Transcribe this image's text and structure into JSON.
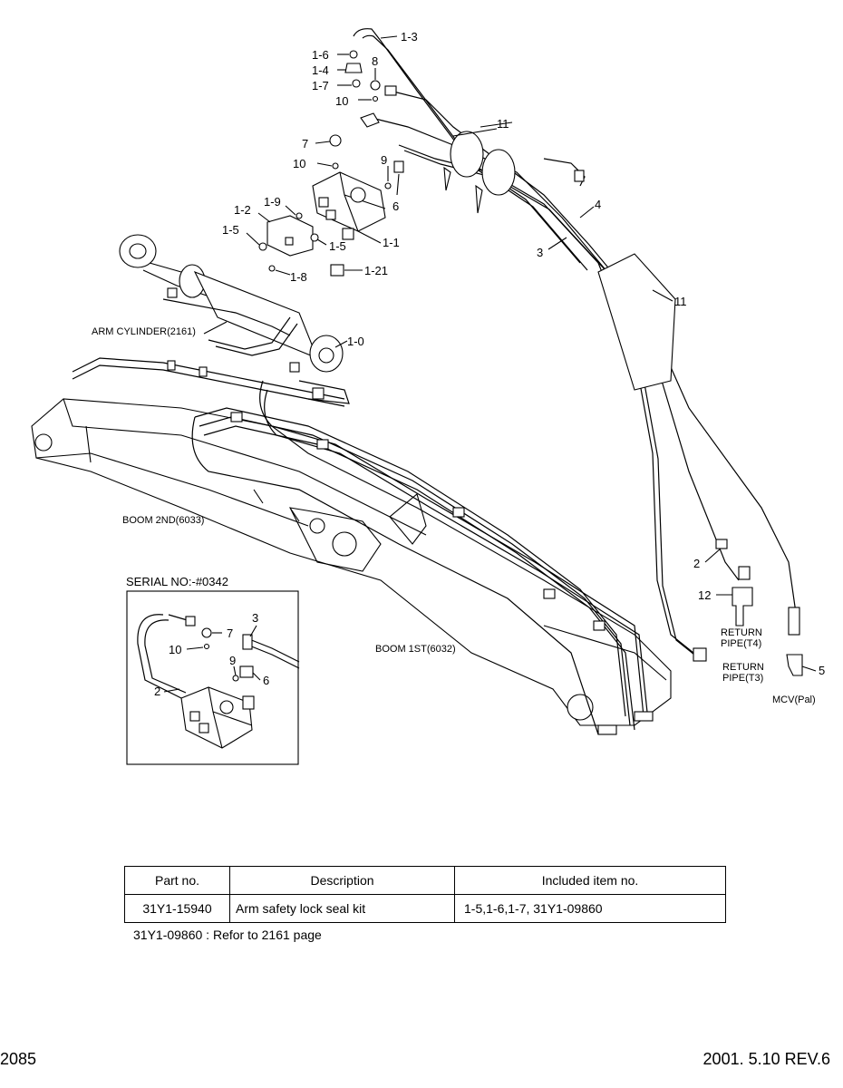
{
  "callouts": {
    "c1_3": "1-3",
    "c1_6": "1-6",
    "c1_4": "1-4",
    "c1_7": "1-7",
    "c8": "8",
    "c10a": "10",
    "c11a": "11",
    "c7": "7",
    "c10b": "10",
    "c9": "9",
    "c6": "6",
    "c1_9": "1-9",
    "c1_2": "1-2",
    "c1_5a": "1-5",
    "c1_5b": "1-5",
    "c1_1": "1-1",
    "c1_21": "1-21",
    "c1_8": "1-8",
    "c4": "4",
    "c3": "3",
    "c11b": "11",
    "c1_0": "1-0",
    "c2": "2",
    "c12": "12",
    "c5": "5"
  },
  "labels": {
    "arm_cylinder": "ARM CYLINDER(2161)",
    "boom_2nd": "BOOM 2ND(6033)",
    "boom_1st": "BOOM 1ST(6032)",
    "return_t4_l1": "RETURN",
    "return_t4_l2": "PIPE(T4)",
    "return_t3_l1": "RETURN",
    "return_t3_l2": "PIPE(T3)",
    "mcv": "MCV(Pal)"
  },
  "inset": {
    "title": "SERIAL NO:-#0342",
    "callouts": {
      "c7": "7",
      "c3": "3",
      "c10": "10",
      "c9": "9",
      "c6": "6",
      "c2": "2"
    }
  },
  "table": {
    "headers": {
      "part_no": "Part no.",
      "description": "Description",
      "included": "Included item no."
    },
    "row": {
      "part_no": "31Y1-15940",
      "description": "Arm safety lock seal kit",
      "included": "1-5,1-6,1-7, 31Y1-09860"
    }
  },
  "note": "31Y1-09860 : Refor to 2161 page",
  "footer": {
    "page": "2085",
    "revision": "2001. 5.10  REV.6"
  }
}
